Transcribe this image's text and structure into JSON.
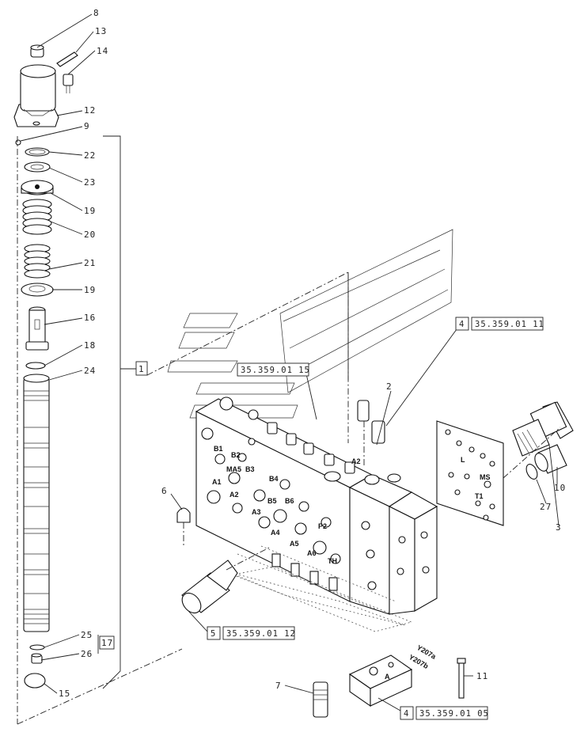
{
  "callouts": {
    "c8": "8",
    "c13": "13",
    "c14": "14",
    "c12": "12",
    "c9": "9",
    "c22": "22",
    "c23": "23",
    "c19a": "19",
    "c20": "20",
    "c21": "21",
    "c19b": "19",
    "c16": "16",
    "c18": "18",
    "c24": "24",
    "c25": "25",
    "c26": "26",
    "c15": "15",
    "c17": "17",
    "c1": "1",
    "c2": "2",
    "c3": "3",
    "c6": "6",
    "c7": "7",
    "c10": "10",
    "c11": "11",
    "c27": "27"
  },
  "refs": {
    "r4top": {
      "num": "4",
      "code": "35.359.01 11"
    },
    "r15": {
      "code": "35.359.01 15"
    },
    "r5": {
      "num": "5",
      "code": "35.359.01 12"
    },
    "r4bot": {
      "num": "4",
      "code": "35.359.01 05"
    }
  },
  "ports": {
    "B1": "B1",
    "B2": "B2",
    "MA5": "MA5",
    "B3": "B3",
    "A1": "A1",
    "A2": "A2",
    "B4": "B4",
    "B5": "B5",
    "B6": "B6",
    "A3": "A3",
    "A4": "A4",
    "A5": "A5",
    "A6": "A6",
    "P2": "P2",
    "TH": "TH",
    "A2b": "A2",
    "L": "L",
    "MS": "MS",
    "T1": "T1",
    "Y207a": "Y207a",
    "Y207b": "Y207b",
    "A": "A"
  }
}
